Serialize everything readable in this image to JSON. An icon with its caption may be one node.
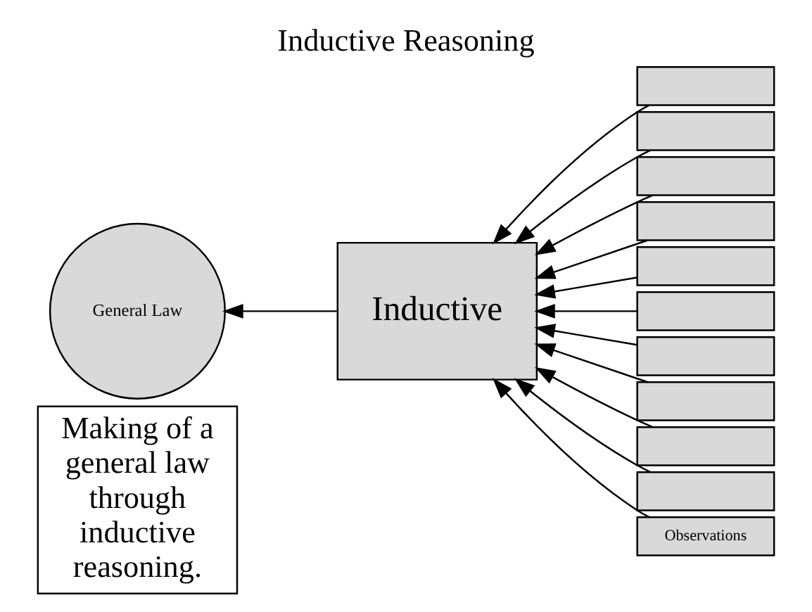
{
  "diagram": {
    "title": "Inductive Reasoning",
    "nodes": [
      {
        "text": [
          "General Law"
        ]
      },
      {
        "text": [],
        "shape": "box"
      },
      {
        "text": [],
        "shape": "box"
      },
      {
        "text": [],
        "shape": "box"
      },
      {
        "text": [],
        "shape": "box"
      },
      {
        "text": [],
        "shape": "box"
      },
      {
        "text": [],
        "shape": "box"
      },
      {
        "text": [],
        "shape": "box"
      },
      {
        "text": [],
        "shape": "box"
      },
      {
        "text": [],
        "shape": "box"
      },
      {
        "text": [],
        "shape": "box"
      },
      {
        "text": [
          "Observations"
        ]
      },
      {
        "text": [
          "Inductive"
        ]
      },
      {
        "text": [
          "Making of a general law through inductive reasoning."
        ]
      }
    ],
    "edges": [
      {
        "from": 1,
        "to": 12,
        "arrow": "to"
      },
      {
        "from": 2,
        "to": 12,
        "arrow": "to"
      },
      {
        "from": 3,
        "to": 12,
        "arrow": "to"
      },
      {
        "from": 4,
        "to": 12,
        "arrow": "to"
      },
      {
        "from": 5,
        "to": 12,
        "arrow": "to"
      },
      {
        "from": 6,
        "to": 12,
        "arrow": "to"
      },
      {
        "from": 7,
        "to": 12,
        "arrow": "to"
      },
      {
        "from": 8,
        "to": 12,
        "arrow": "to"
      },
      {
        "from": 9,
        "to": 12,
        "arrow": "to"
      },
      {
        "from": 10,
        "to": 12,
        "arrow": "to"
      },
      {
        "from": 11,
        "to": 12,
        "arrow": "to"
      },
      {
        "from": 12,
        "to": 0,
        "arrow": "to"
      }
    ]
  }
}
